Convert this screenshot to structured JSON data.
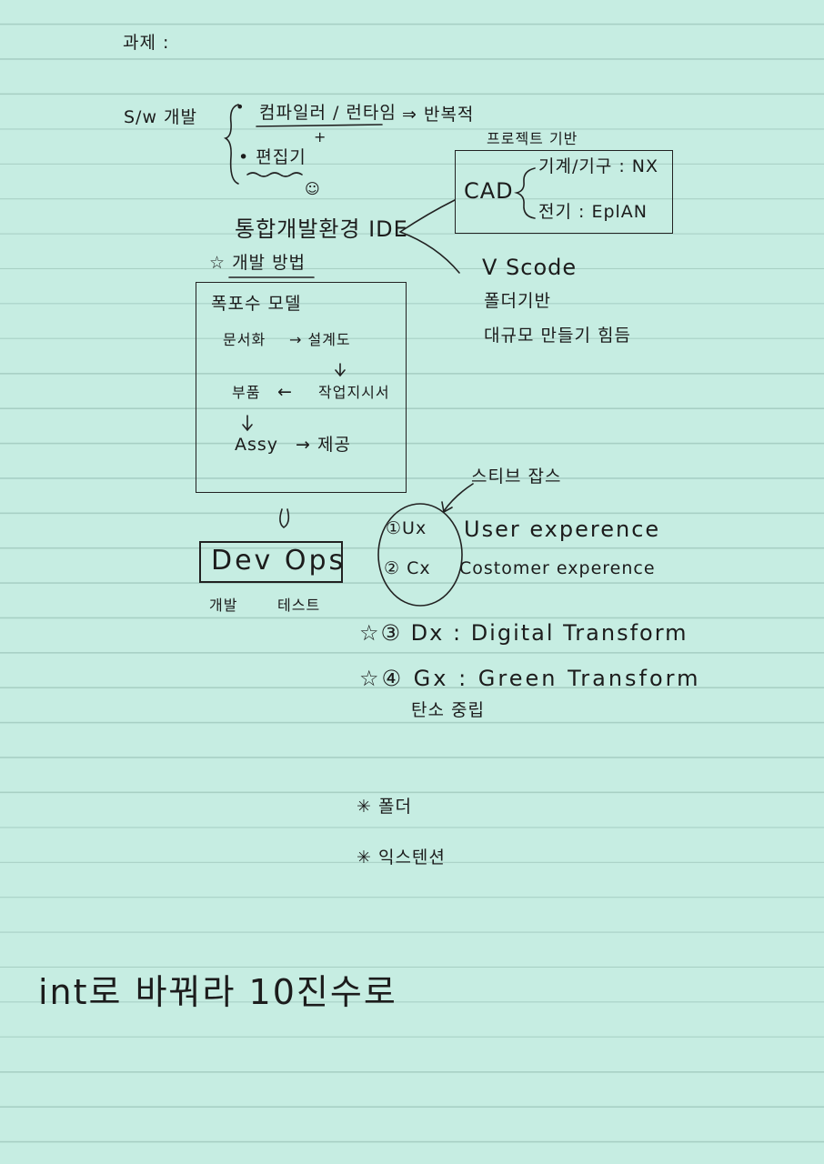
{
  "title": "과제 :",
  "sw_dev": {
    "label": "S/w 개발",
    "compiler": "컴파일러 / 런타임",
    "repetitive": "⇒ 반복적",
    "plus": "+",
    "editor": "• 편집기",
    "smile": "☺",
    "ide": "통합개발환경  IDE"
  },
  "project": {
    "header": "프로젝트 기반",
    "cad": "CAD",
    "mech": "기계/기구 : NX",
    "elec": "전기 : EplAN"
  },
  "vscode": {
    "name": "V Scode",
    "folder": "폴더기반",
    "large": "대규모 만들기 힘듬"
  },
  "dev_method": {
    "title": "☆ 개발 방법",
    "model": "폭포수 모델",
    "doc": "문서화",
    "design": "→ 설계도",
    "part": "부품",
    "arrow_left": "←",
    "work_order": "작업지시서",
    "assy": "Assy",
    "deliver": "→ 제공",
    "down": "↓"
  },
  "devops": {
    "label": "Dev Ops",
    "sub_left": "개발",
    "sub_right": "테스트"
  },
  "steve": "스티브 잡스",
  "ux": {
    "n1": "①Ux",
    "t1": "User experence",
    "n2": "② Cx",
    "t2": "Costomer experence",
    "n3": "☆③ Dx : Digital Transform",
    "n4": "☆④ Gx : Green Transform",
    "carbon": "탄소 중립"
  },
  "stars": {
    "folder": "✳ 폴더",
    "extension": "✳ 익스텐션"
  },
  "bottom": "int로 바꿔라 10진수로"
}
